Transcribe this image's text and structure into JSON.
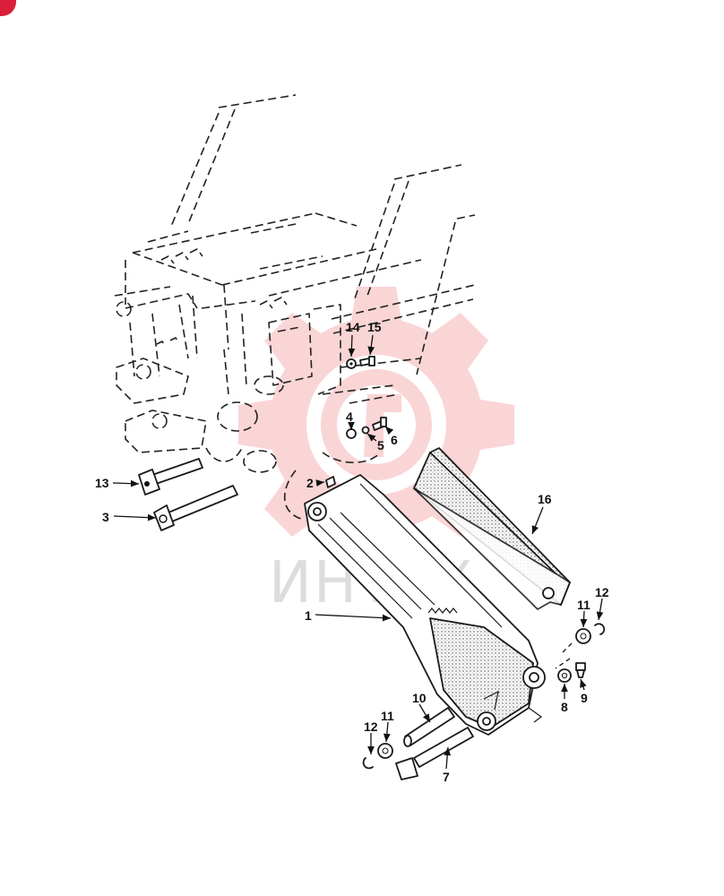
{
  "watermark": {
    "text": "ИНТЕХ",
    "color": "#f4a3a6",
    "text_color": "#c8c8c8"
  },
  "corner_badge": {
    "color": "#d91f3a"
  },
  "callouts": [
    {
      "id": "c1",
      "label": "1"
    },
    {
      "id": "c2",
      "label": "2"
    },
    {
      "id": "c3",
      "label": "3"
    },
    {
      "id": "c4",
      "label": "4"
    },
    {
      "id": "c5",
      "label": "5"
    },
    {
      "id": "c6",
      "label": "6"
    },
    {
      "id": "c7",
      "label": "7"
    },
    {
      "id": "c8",
      "label": "8"
    },
    {
      "id": "c9",
      "label": "9"
    },
    {
      "id": "c10",
      "label": "10"
    },
    {
      "id": "c11a",
      "label": "11"
    },
    {
      "id": "c11b",
      "label": "11"
    },
    {
      "id": "c12a",
      "label": "12"
    },
    {
      "id": "c12b",
      "label": "12"
    },
    {
      "id": "c13",
      "label": "13"
    },
    {
      "id": "c14",
      "label": "14"
    },
    {
      "id": "c15",
      "label": "15"
    },
    {
      "id": "c16",
      "label": "16"
    }
  ]
}
